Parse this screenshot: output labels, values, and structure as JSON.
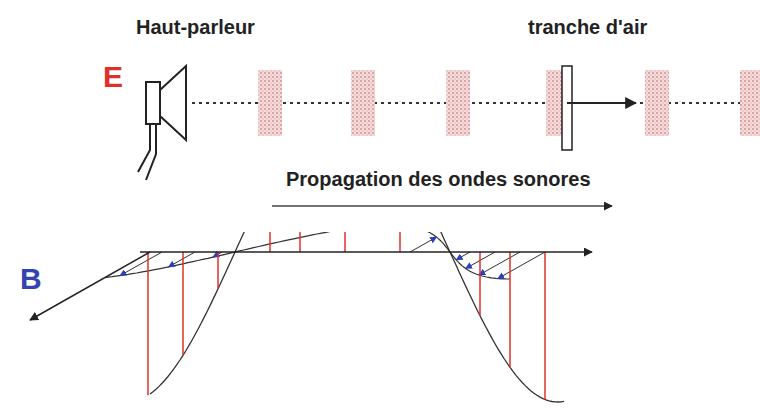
{
  "diagram": {
    "labels": [
      "Haut-parleur",
      "tranche d'air",
      "E",
      "Propagation des ondes sonores",
      "B"
    ]
  }
}
